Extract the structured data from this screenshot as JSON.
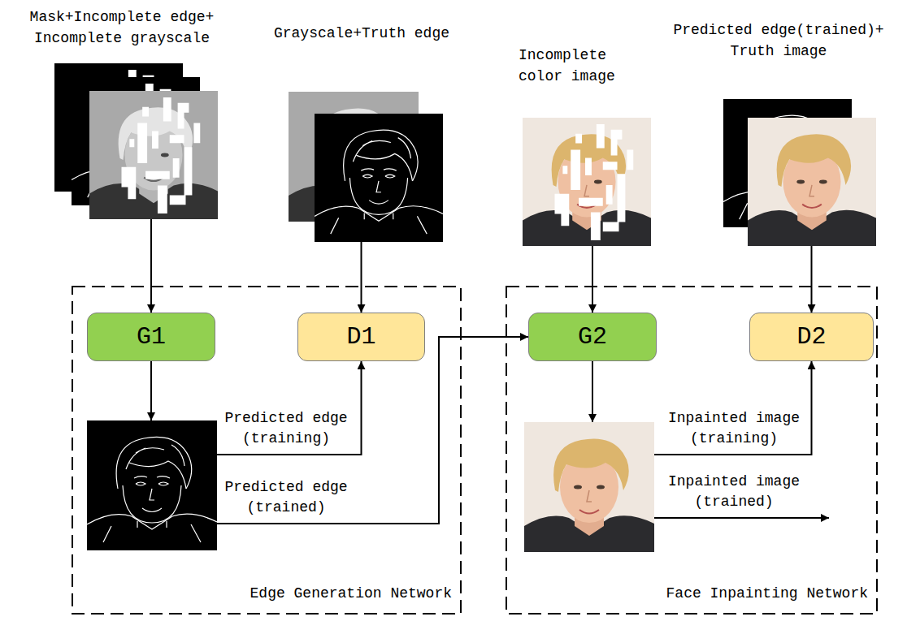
{
  "diagram": {
    "nodes": [
      {
        "text": [
          "Mask+Incomplete edge+ Incomplete grayscale"
        ]
      },
      {
        "text": [
          "Grayscale+Truth edge"
        ]
      },
      {
        "text": [
          "Incomplete color image"
        ]
      },
      {
        "text": [
          "Predicted edge(trained)+ Truth image"
        ]
      },
      {
        "text": [
          "Edge Generation Network"
        ]
      },
      {
        "text": [
          "G1"
        ],
        "in": 4
      },
      {
        "text": [
          "D1"
        ],
        "in": 4
      },
      {
        "text": [],
        "in": 4
      },
      {
        "text": [
          "Face Inpainting Network"
        ]
      },
      {
        "text": [
          "G2"
        ],
        "in": 8
      },
      {
        "text": [
          "D2"
        ],
        "in": 8
      },
      {
        "text": [],
        "in": 8
      }
    ],
    "edges": [
      {
        "from": 0,
        "to": 5,
        "arrow": "to"
      },
      {
        "from": 1,
        "to": 6,
        "arrow": "to"
      },
      {
        "from": 2,
        "to": 9,
        "arrow": "to"
      },
      {
        "from": 3,
        "to": 10,
        "arrow": "to"
      },
      {
        "from": 5,
        "to": 7,
        "arrow": "to"
      },
      {
        "from": 7,
        "to": 6,
        "label": "Predicted edge (training)",
        "arrow": "to"
      },
      {
        "from": 7,
        "to": 9,
        "label": "Predicted edge (trained)",
        "arrow": "to"
      },
      {
        "from": 9,
        "to": 11,
        "arrow": "to"
      },
      {
        "from": 11,
        "to": 10,
        "label": "Inpainted image (training)",
        "arrow": "to"
      }
    ],
    "labels": [
      "Inpainted image (trained)"
    ]
  }
}
